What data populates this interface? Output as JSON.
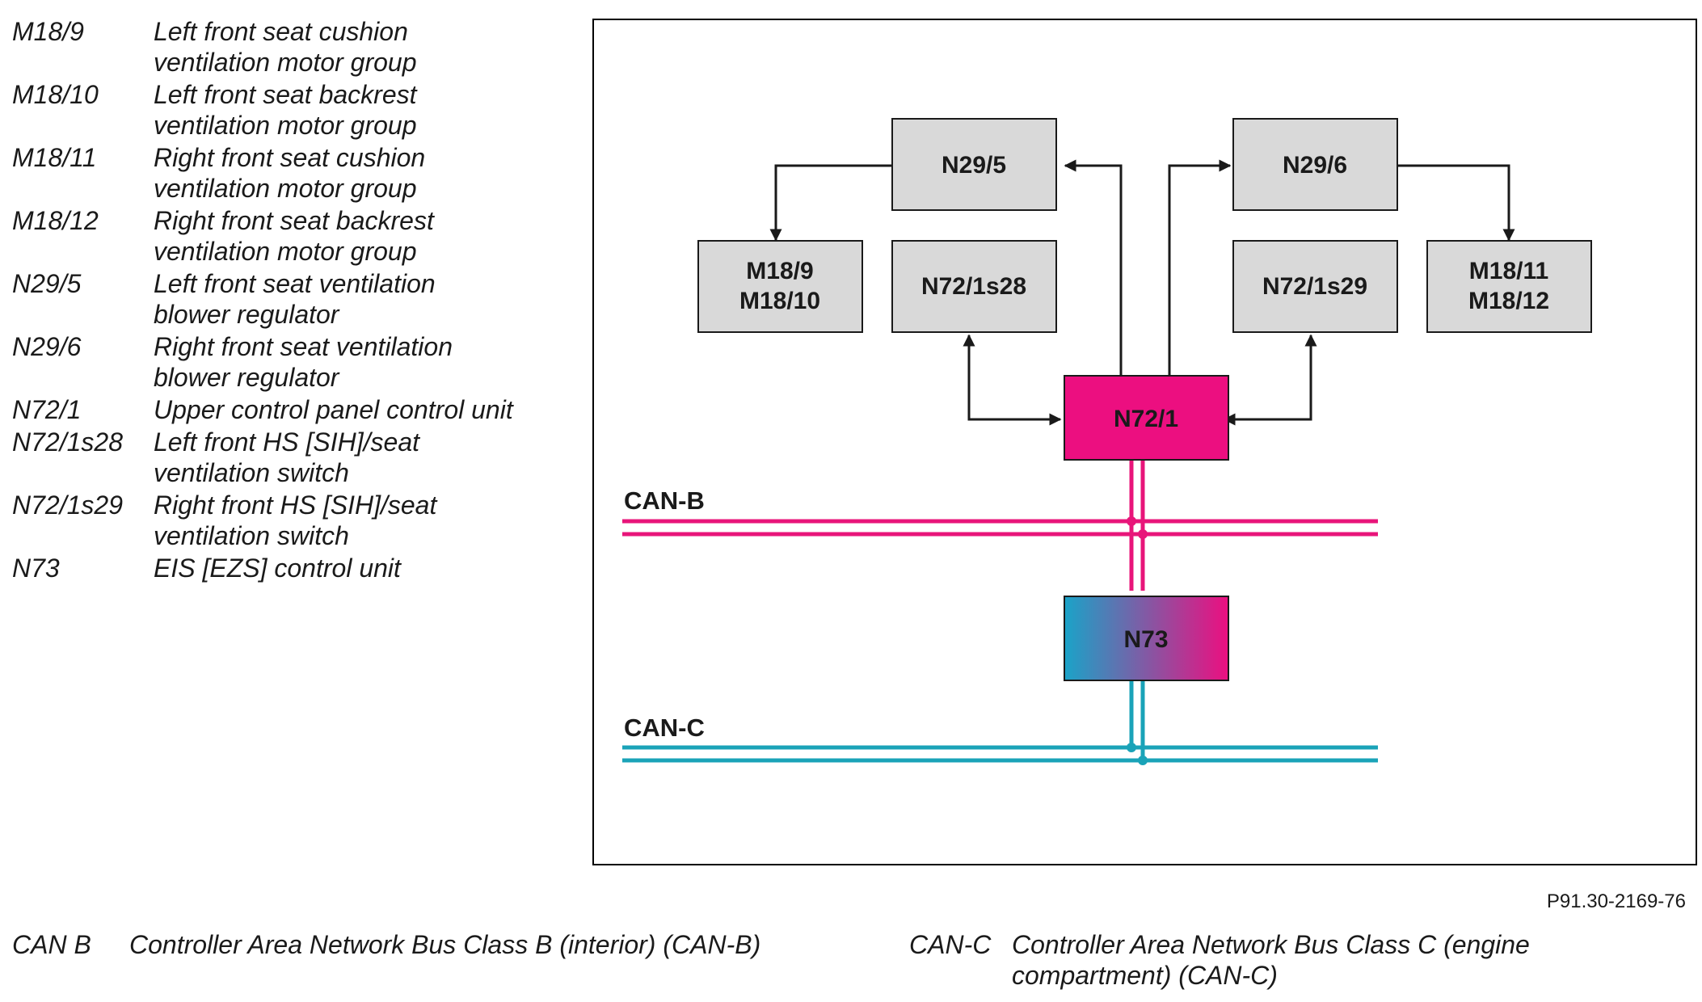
{
  "legend": [
    {
      "code": "M18/9",
      "desc": "Left front seat cushion\nventilation motor group"
    },
    {
      "code": "M18/10",
      "desc": "Left front seat backrest\nventilation motor group"
    },
    {
      "code": "M18/11",
      "desc": "Right front seat cushion\nventilation motor group"
    },
    {
      "code": "M18/12",
      "desc": "Right front seat backrest\nventilation motor group"
    },
    {
      "code": "N29/5",
      "desc": "Left front seat ventilation\nblower regulator"
    },
    {
      "code": "N29/6",
      "desc": "Right front seat ventilation\nblower regulator"
    },
    {
      "code": "N72/1",
      "desc": "Upper control panel control unit"
    },
    {
      "code": "N72/1s28",
      "desc": "Left front HS [SIH]/seat\nventilation switch"
    },
    {
      "code": "N72/1s29",
      "desc": "Right front HS [SIH]/seat\nventilation switch"
    },
    {
      "code": "N73",
      "desc": "EIS [EZS] control unit"
    }
  ],
  "diagram": {
    "boxes": {
      "n29_5": "N29/5",
      "n29_6": "N29/6",
      "m18_left_1": "M18/9",
      "m18_left_2": "M18/10",
      "n72_1s28": "N72/1s28",
      "n72_1s29": "N72/1s29",
      "m18_right_1": "M18/11",
      "m18_right_2": "M18/12",
      "n72_1": "N72/1",
      "n73": "N73"
    },
    "buses": {
      "can_b": "CAN-B",
      "can_c": "CAN-C"
    },
    "colors": {
      "box_fill": "#d9d9d9",
      "can_b": "#e8157a",
      "can_c": "#1aa3b8",
      "n72_1_fill": "#ec0f80"
    }
  },
  "figure_id": "P91.30-2169-76",
  "footnotes": [
    {
      "code": "CAN B",
      "desc": "Controller Area Network Bus Class B (interior) (CAN-B)"
    },
    {
      "code": "CAN-C",
      "desc": "Controller Area Network Bus Class C (engine\ncompartment) (CAN-C)"
    }
  ]
}
